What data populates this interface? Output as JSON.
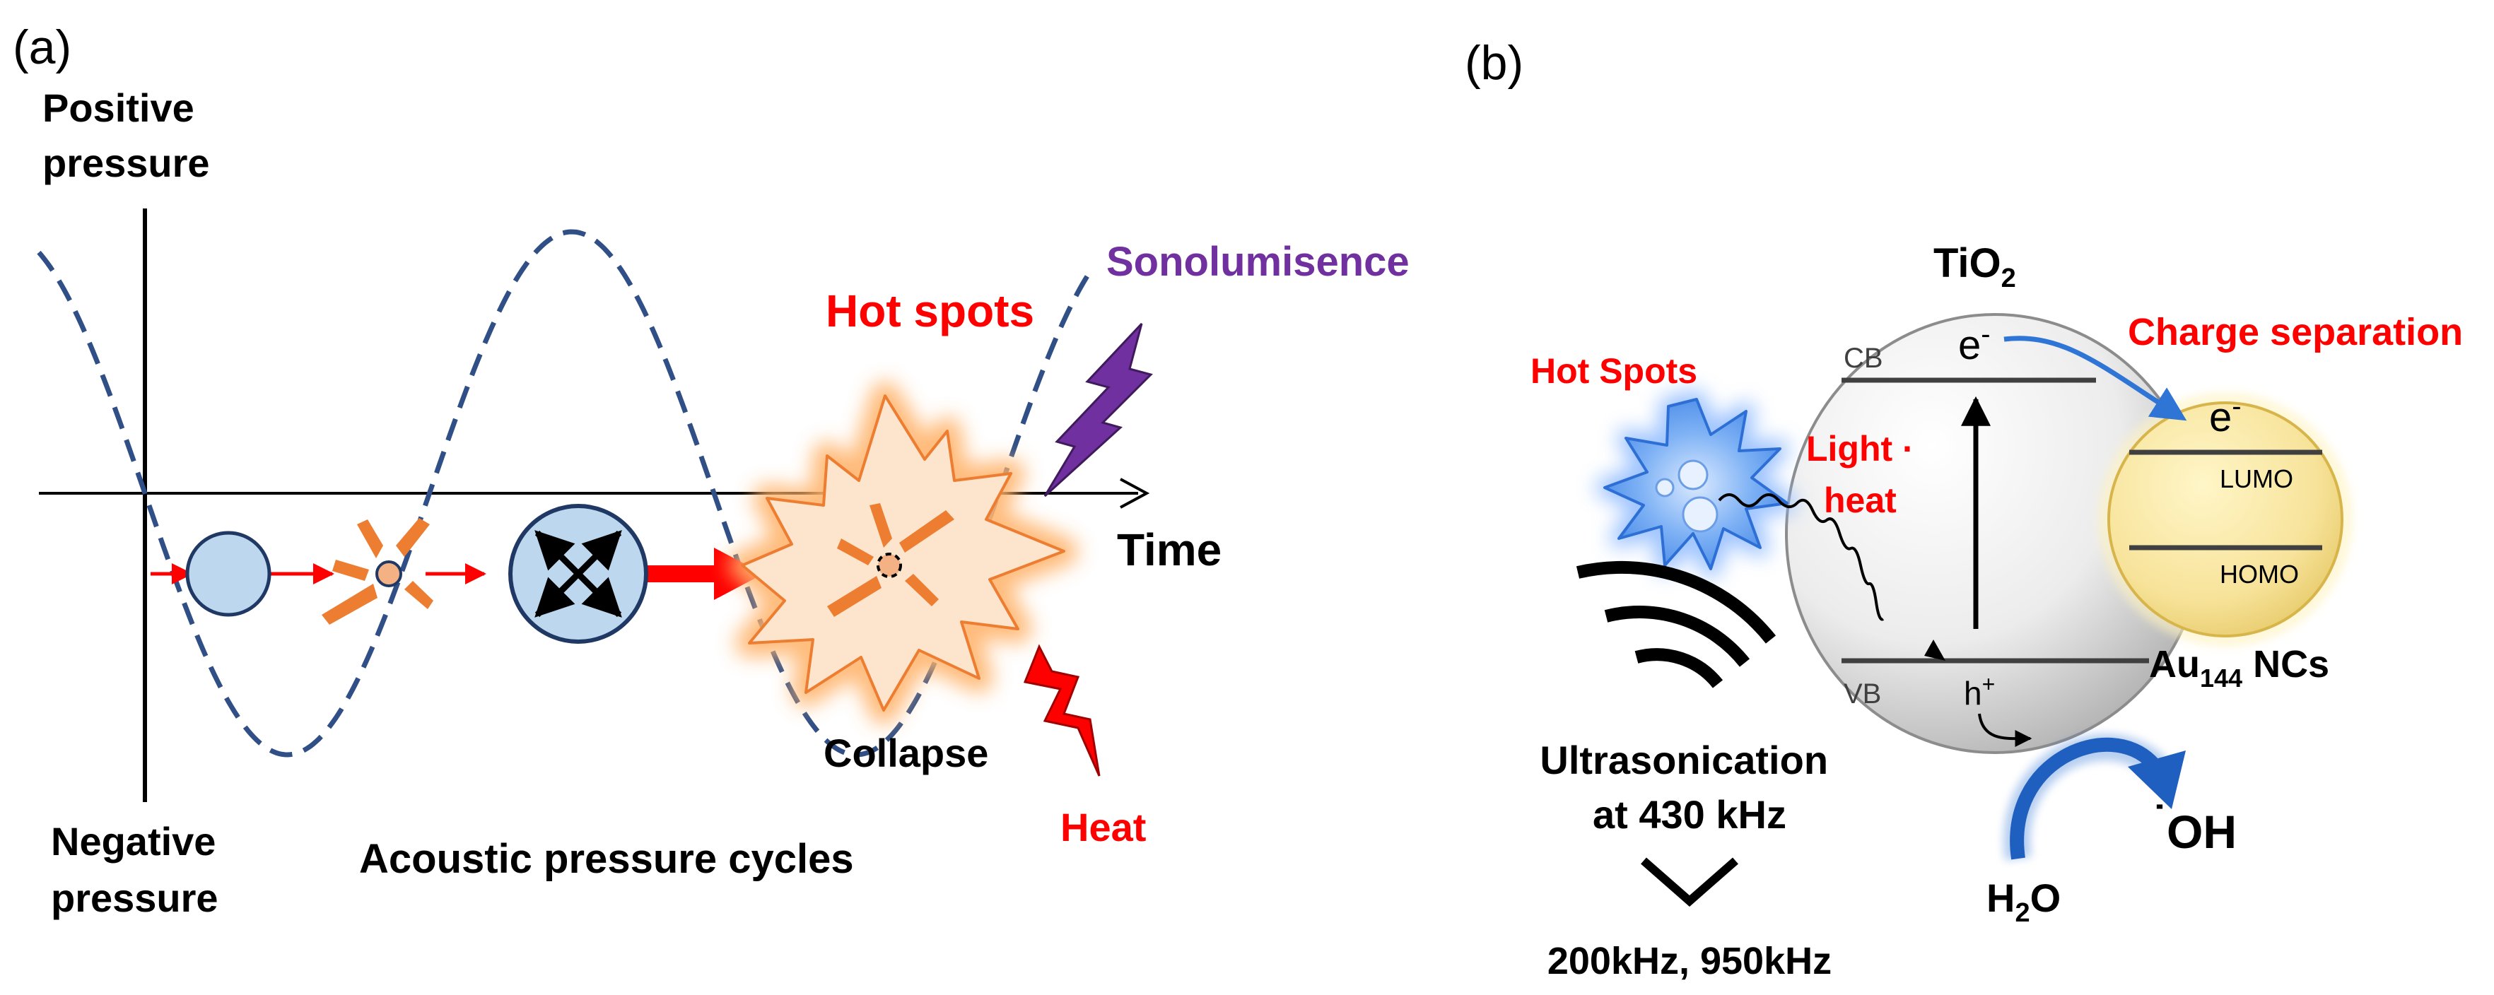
{
  "panel_a": {
    "label": "(a)",
    "positive_pressure": [
      "Positive",
      "pressure"
    ],
    "negative_pressure": [
      "Negative",
      "pressure"
    ],
    "time": "Time",
    "acoustic_cycles": "Acoustic pressure cycles",
    "hot_spots": "Hot spots",
    "sonolumisence": "Sonolumisence",
    "collapse": "Collapse",
    "heat": "Heat"
  },
  "panel_b": {
    "label": "(b)",
    "tio2": "TiO",
    "tio2_sub": "2",
    "hot_spots": "Hot Spots",
    "cb": "CB",
    "vb": "VB",
    "electron_tio2": "e",
    "electron_sup": "-",
    "hole": "h",
    "hole_sup": "+",
    "charge_separation": "Charge separation",
    "electron_au": "e",
    "lumo": "LUMO",
    "homo": "HOMO",
    "au_prefix": "Au",
    "au_sub": "144",
    "au_suffix": " NCs",
    "light_heat": [
      "Light ·",
      "heat"
    ],
    "ultrasonication": [
      "Ultrasonication",
      "at 430 kHz"
    ],
    "frequencies": "200kHz, 950kHz",
    "h2o_h": "H",
    "h2o_sub": "2",
    "h2o_o": "O",
    "oh_dot": "˙",
    "oh": "OH"
  },
  "colors": {
    "wave": "#2f4f86",
    "red": "#ff0000",
    "purple": "#7030a0",
    "orange": "#ed7d31",
    "bubble_fill": "#bdd7ee",
    "gold": "#f7e39a",
    "blue_arrow": "#0070c0"
  }
}
